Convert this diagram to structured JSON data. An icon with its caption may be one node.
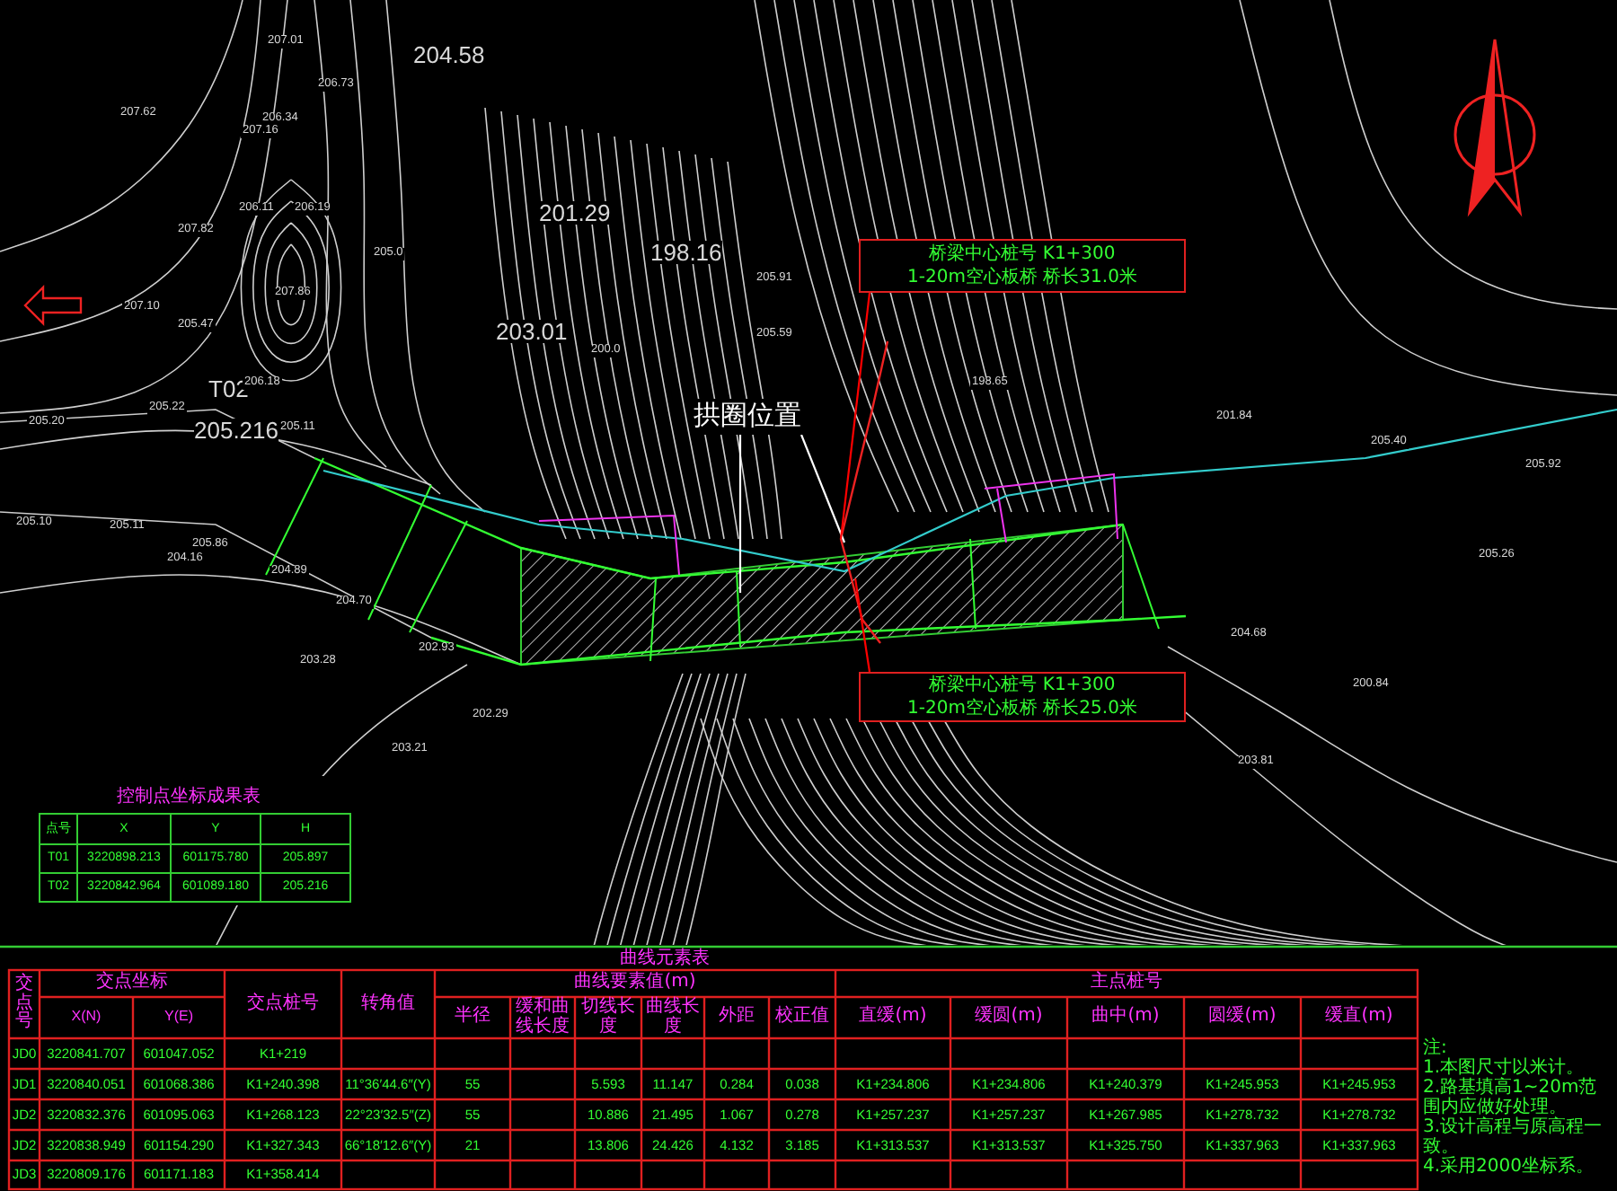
{
  "diagram": {
    "nodes": [
      {
        "text": [
          "桥梁中心桩号 K1+300",
          "1-20m空心板桥 桥长31.0米"
        ]
      },
      {
        "text": [
          "桥梁中心桩号 K1+300",
          "1-20m空心板桥 桥长25.0米"
        ]
      },
      {
        "text": [
          "拱圈位置"
        ]
      }
    ],
    "edges": [
      {
        "from": 2,
        "to": null,
        "arrow": "none"
      },
      {
        "from": 2,
        "to": null,
        "arrow": "none"
      },
      {
        "from": 0,
        "to": null,
        "arrow": "none",
        "color": "#ff0000"
      },
      {
        "from": 1,
        "to": null,
        "arrow": "none",
        "color": "#ff0000"
      }
    ],
    "labels": [
      "204.58",
      "201.29",
      "198.16",
      "203.01",
      "T02",
      "205.216",
      "207.01",
      "206.73",
      "207.62",
      "206.34",
      "207.16",
      "207.82",
      "206.11",
      "206.19",
      "207.10",
      "207.86",
      "205.47",
      "206.18",
      "205.22",
      "205.20",
      "205.11",
      "205.10",
      "205.11",
      "205.86",
      "204.16",
      "204.89",
      "204.70",
      "202.93",
      "203.28",
      "202.29",
      "203.21",
      "205.0",
      "200.0",
      "205.91",
      "198.65",
      "201.84",
      "205.40",
      "205.92",
      "205.26",
      "204.68",
      "200.84",
      "203.81",
      "205.59",
      "控制点坐标成果表",
      "点号",
      "X",
      "Y",
      "H",
      "T01",
      "3220898.213",
      "601175.780",
      "205.897",
      "T02",
      "3220842.964",
      "601089.180",
      "205.216",
      "曲线元素表",
      "交点号",
      "交点坐标",
      "交点桩号",
      "转角值",
      "曲线要素值(m)",
      "主点桩号",
      "X(N)",
      "Y(E)",
      "半径",
      "缓和曲线长度",
      "切线长度",
      "曲线长度",
      "外距",
      "校正值",
      "直缓(m)",
      "缓圆(m)",
      "曲中(m)",
      "圆缓(m)",
      "缓直(m)",
      "JD0",
      "3220841.707",
      "601047.052",
      "K1+219",
      "JD1",
      "3220840.051",
      "601068.386",
      "K1+240.398",
      "11°36′44.6″(Y)",
      "55",
      "5.593",
      "11.147",
      "0.284",
      "0.038",
      "K1+234.806",
      "K1+234.806",
      "K1+240.379",
      "K1+245.953",
      "K1+245.953",
      "JD2",
      "3220832.376",
      "601095.063",
      "K1+268.123",
      "22°23′32.5″(Z)",
      "55",
      "10.886",
      "21.495",
      "1.067",
      "0.278",
      "K1+257.237",
      "K1+257.237",
      "K1+267.985",
      "K1+278.732",
      "K1+278.732",
      "JD2",
      "3220838.949",
      "601154.290",
      "K1+327.343",
      "66°18′12.6″(Y)",
      "21",
      "13.806",
      "24.426",
      "4.132",
      "3.185",
      "K1+313.537",
      "K1+313.537",
      "K1+325.750",
      "K1+337.963",
      "K1+337.963",
      "JD3",
      "3220809.176",
      "601171.183",
      "K1+358.414",
      "注:",
      "1.本图尺寸以米计。",
      "2.路基填高1~20m范围内应做好处理。",
      "3.设计高程与原高程一致。",
      "4.采用2000坐标系。"
    ]
  }
}
